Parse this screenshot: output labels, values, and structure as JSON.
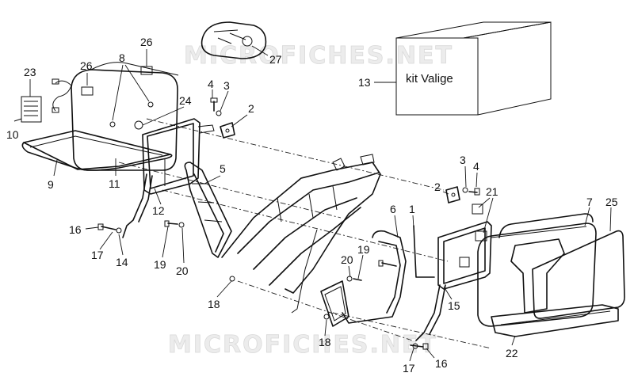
{
  "watermark": "MICROFICHES.NET",
  "kit_box_label": "kit Valige",
  "callouts": [
    {
      "id": "c23",
      "text": "23"
    },
    {
      "id": "c26a",
      "text": "26"
    },
    {
      "id": "c26b",
      "text": "26"
    },
    {
      "id": "c8",
      "text": "8"
    },
    {
      "id": "c10",
      "text": "10"
    },
    {
      "id": "c9",
      "text": "9"
    },
    {
      "id": "c11",
      "text": "11"
    },
    {
      "id": "c24",
      "text": "24"
    },
    {
      "id": "c4a",
      "text": "4"
    },
    {
      "id": "c3a",
      "text": "3"
    },
    {
      "id": "c2a",
      "text": "2"
    },
    {
      "id": "c27",
      "text": "27"
    },
    {
      "id": "c13",
      "text": "13"
    },
    {
      "id": "c5",
      "text": "5"
    },
    {
      "id": "c12",
      "text": "12"
    },
    {
      "id": "c16a",
      "text": "16"
    },
    {
      "id": "c17a",
      "text": "17"
    },
    {
      "id": "c14",
      "text": "14"
    },
    {
      "id": "c19a",
      "text": "19"
    },
    {
      "id": "c20a",
      "text": "20"
    },
    {
      "id": "c18a",
      "text": "18"
    },
    {
      "id": "c3b",
      "text": "3"
    },
    {
      "id": "c4b",
      "text": "4"
    },
    {
      "id": "c2b",
      "text": "2"
    },
    {
      "id": "c21",
      "text": "21"
    },
    {
      "id": "c7",
      "text": "7"
    },
    {
      "id": "c25",
      "text": "25"
    },
    {
      "id": "c6",
      "text": "6"
    },
    {
      "id": "c1",
      "text": "1"
    },
    {
      "id": "c20b",
      "text": "20"
    },
    {
      "id": "c19b",
      "text": "19"
    },
    {
      "id": "c15",
      "text": "15"
    },
    {
      "id": "c18b",
      "text": "18"
    },
    {
      "id": "c17b",
      "text": "17"
    },
    {
      "id": "c16b",
      "text": "16"
    },
    {
      "id": "c22",
      "text": "22"
    }
  ]
}
